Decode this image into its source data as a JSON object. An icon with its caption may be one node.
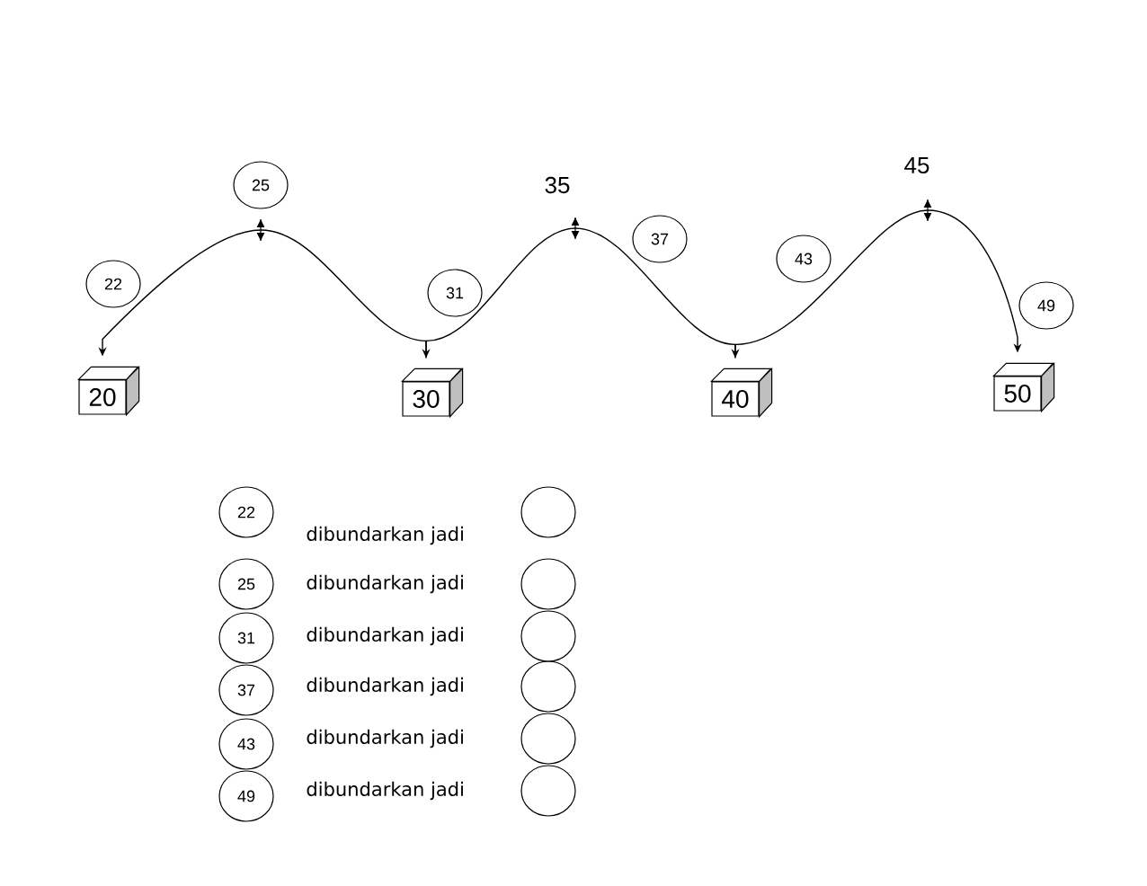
{
  "diagram": {
    "nodes": [
      {
        "text": [
          "22"
        ]
      },
      {
        "text": [
          "25"
        ]
      },
      {
        "text": [
          "31"
        ]
      },
      {
        "text": [
          "37"
        ]
      },
      {
        "text": [
          "43"
        ]
      },
      {
        "text": [
          "49"
        ]
      },
      {
        "text": [
          "20"
        ]
      },
      {
        "text": [
          "30"
        ]
      },
      {
        "text": [
          "40"
        ]
      },
      {
        "text": [
          "50"
        ]
      },
      {
        "text": [
          "22"
        ]
      },
      {
        "text": [],
        "shape": "circle"
      },
      {
        "text": [
          "25"
        ]
      },
      {
        "text": [],
        "shape": "circle"
      },
      {
        "text": [
          "31"
        ]
      },
      {
        "text": [],
        "shape": "circle"
      },
      {
        "text": [
          "37"
        ]
      },
      {
        "text": [],
        "shape": "circle"
      },
      {
        "text": [
          "43"
        ]
      },
      {
        "text": [],
        "shape": "circle"
      },
      {
        "text": [
          "49"
        ]
      },
      {
        "text": [],
        "shape": "circle"
      }
    ],
    "edges": [
      {
        "from": 6,
        "to": 7,
        "arrow": "both"
      },
      {
        "from": 7,
        "to": 8,
        "arrow": "to"
      },
      {
        "from": 8,
        "to": 9,
        "arrow": "to"
      }
    ],
    "labels": [
      "35",
      "45",
      "dibundarkan jadi",
      "dibundarkan jadi",
      "dibundarkan jadi",
      "dibundarkan jadi",
      "dibundarkan jadi",
      "dibundarkan jadi"
    ]
  }
}
